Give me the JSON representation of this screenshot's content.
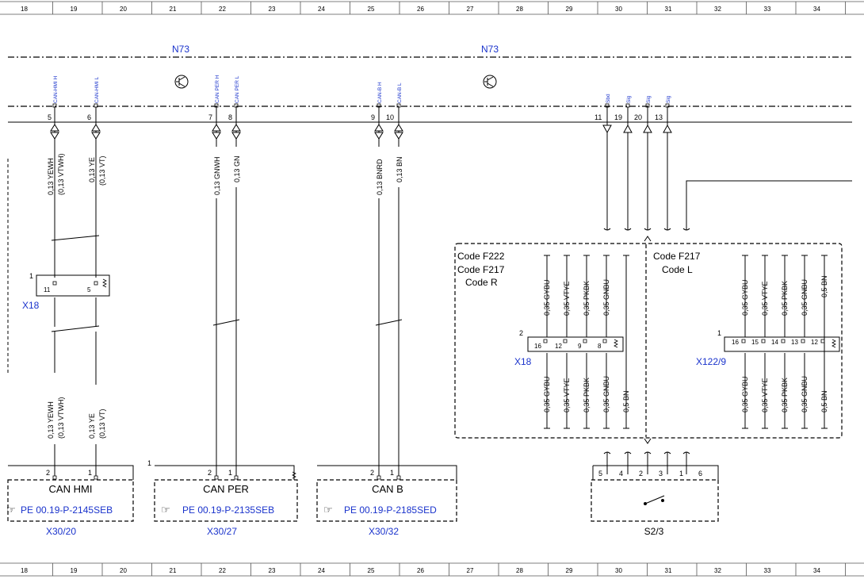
{
  "ruler": [
    "18",
    "19",
    "20",
    "21",
    "22",
    "23",
    "24",
    "25",
    "26",
    "27",
    "28",
    "29",
    "30",
    "31",
    "32",
    "33",
    "34"
  ],
  "modules": {
    "left": "N73",
    "right": "N73"
  },
  "top_pins": [
    {
      "label": "CAN-HMI H",
      "num": "5"
    },
    {
      "label": "CAN-HMI L",
      "num": "6"
    },
    {
      "label": "CAN PER H",
      "num": "7"
    },
    {
      "label": "CAN PER L",
      "num": "8"
    },
    {
      "label": "CAN-B H",
      "num": "9"
    },
    {
      "label": "CAN-B L",
      "num": "10"
    },
    {
      "label": "Sbd",
      "num": "11"
    },
    {
      "label": "Sig",
      "num": "19"
    },
    {
      "label": "Sig",
      "num": "20"
    },
    {
      "label": "Sig",
      "num": "13"
    }
  ],
  "wires": {
    "w1_top": "0,13 YEWH",
    "w1_top2": "(0,13 VTWH)",
    "w2_top": "0,13 YE",
    "w2_top2": "(0,13 VT)",
    "w3": "0,13 GNWH",
    "w4": "0,13 GN",
    "w5": "0,13 BNRD",
    "w6": "0,13 BN",
    "w1_bot": "0,13 YEWH",
    "w1_bot2": "(0,13 VTWH)",
    "w2_bot": "0,13 YE",
    "w2_bot2": "(0,13 VT)"
  },
  "x18_left": {
    "name": "X18",
    "marker": "1",
    "pins": [
      "11",
      "5"
    ]
  },
  "code_box": {
    "left_lines": [
      "Code F222",
      "Code F217",
      "Code R"
    ],
    "right_lines": [
      "Code F217",
      "Code L"
    ],
    "x18": {
      "name": "X18",
      "marker": "2",
      "pins": [
        "16",
        "12",
        "9",
        "8"
      ]
    },
    "x122": {
      "name": "X122/9",
      "marker": "1",
      "pins": [
        "16",
        "15",
        "14",
        "13",
        "12"
      ]
    },
    "wires_left": [
      "0,35 GYBU",
      "0,35 VTYE",
      "0,35 PKBK",
      "0,35 GNBU",
      "0,5 BN"
    ],
    "wires_right": [
      "0,35 GYBU",
      "0,35 VTYE",
      "0,35 PKBK",
      "0,35 GNBU",
      "0,5 BN"
    ]
  },
  "bottom_boxes": [
    {
      "title": "CAN HMI",
      "ref": "PE 00.19-P-2145SEB",
      "name": "X30/20",
      "pins": [
        "2",
        "1"
      ],
      "marker": ""
    },
    {
      "title": "CAN PER",
      "ref": "PE 00.19-P-2135SEB",
      "name": "X30/27",
      "pins": [
        "2",
        "1"
      ],
      "marker": "1"
    },
    {
      "title": "CAN B",
      "ref": "PE 00.19-P-2185SED",
      "name": "X30/32",
      "pins": [
        "2",
        "1"
      ],
      "marker": ""
    }
  ],
  "switch": {
    "name": "S2/3",
    "pins": [
      "5",
      "4",
      "2",
      "3",
      "1",
      "6"
    ]
  },
  "ref_icon": "☞"
}
